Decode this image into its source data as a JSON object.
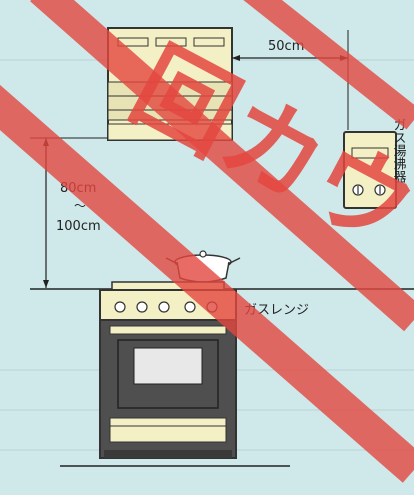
{
  "diagram": {
    "labels": {
      "clearance_side": "50cm",
      "clearance_height_min": "80cm",
      "clearance_sep": "〜",
      "clearance_height_max": "100cm",
      "range_label": "ガスレンジ",
      "water_heater_label": "ガス湯沸器"
    },
    "watermark": {
      "text": "回カウ"
    },
    "colors": {
      "background": "#cfe8ea",
      "appliance_fill": "#f4f0c6",
      "stove_body": "#4f4f4f",
      "accent_red": "#e4473f"
    }
  }
}
